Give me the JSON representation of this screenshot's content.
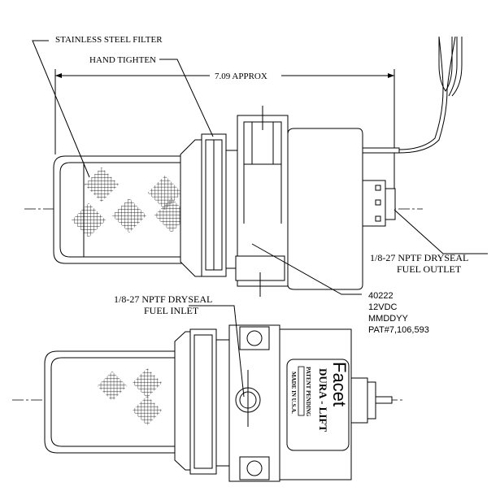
{
  "labels": {
    "filter": "STAINLESS STEEL FILTER",
    "hand_tighten": "HAND TIGHTEN",
    "dimension": "7.09 APPROX",
    "outlet_line1": "1/8-27 NPTF DRYSEAL",
    "outlet_line2": "FUEL OUTLET",
    "inlet_line1": "1/8-27 NPTF DRYSEAL",
    "inlet_line2": "FUEL INLET",
    "part_number": "40222",
    "voltage": "12VDC",
    "date_code": "MMDDYY",
    "patent": "PAT#7,106,593"
  },
  "nameplate": {
    "brand": "Facet",
    "product": "DURA - LIFT",
    "patent_status": "PATENT PENDING",
    "origin": "MADE IN U.S.A."
  }
}
